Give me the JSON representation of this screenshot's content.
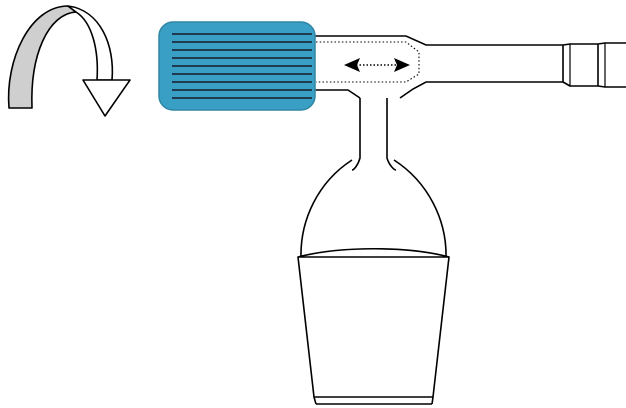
{
  "diagram": {
    "description_labels": [],
    "colors": {
      "knob_fill": "#3a9fc4",
      "knob_stroke": "#2f86a6",
      "knob_grooves": "#1f3b52",
      "rotation_arrow_fill": "#cfcfcf",
      "outline": "#000000",
      "background": "#ffffff"
    },
    "icons": {
      "rotation": "curved-rotation-arrow",
      "motion": "double-headed-arrow"
    },
    "knob": {
      "groove_count": 9
    }
  }
}
